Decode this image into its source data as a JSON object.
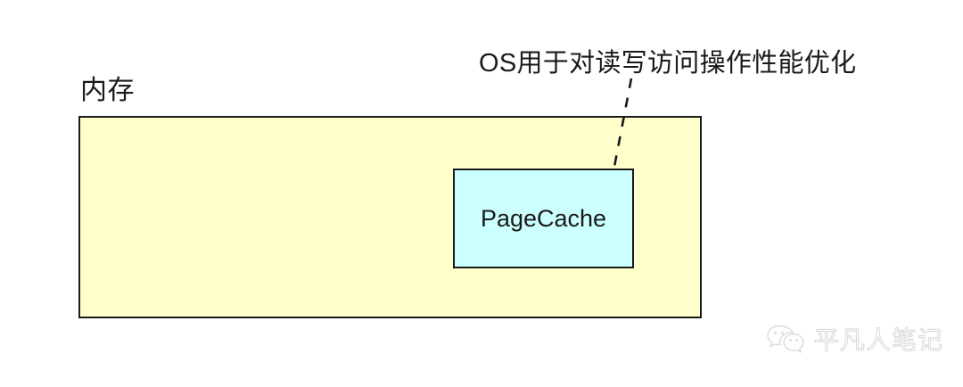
{
  "diagram": {
    "title_label": "内存",
    "annotation": "OS用于对读写访问操作性能优化",
    "nodes": [
      {
        "id": "memory",
        "label": "内存",
        "fill": "#ffffcc",
        "stroke": "#1a1a1a"
      },
      {
        "id": "pagecache",
        "label": "PageCache",
        "fill": "#ccffff",
        "stroke": "#1a1a1a"
      }
    ],
    "pagecache_label": "PageCache",
    "connector": {
      "style": "dashed",
      "from": "annotation",
      "to": "pagecache"
    },
    "colors": {
      "memory_fill": "#ffffcc",
      "pagecache_fill": "#ccffff",
      "border": "#1a1a1a",
      "background": "#ffffff",
      "watermark": "#c4c4c8"
    }
  },
  "watermark": {
    "text": "平凡人笔记",
    "icon": "wechat-logo"
  }
}
